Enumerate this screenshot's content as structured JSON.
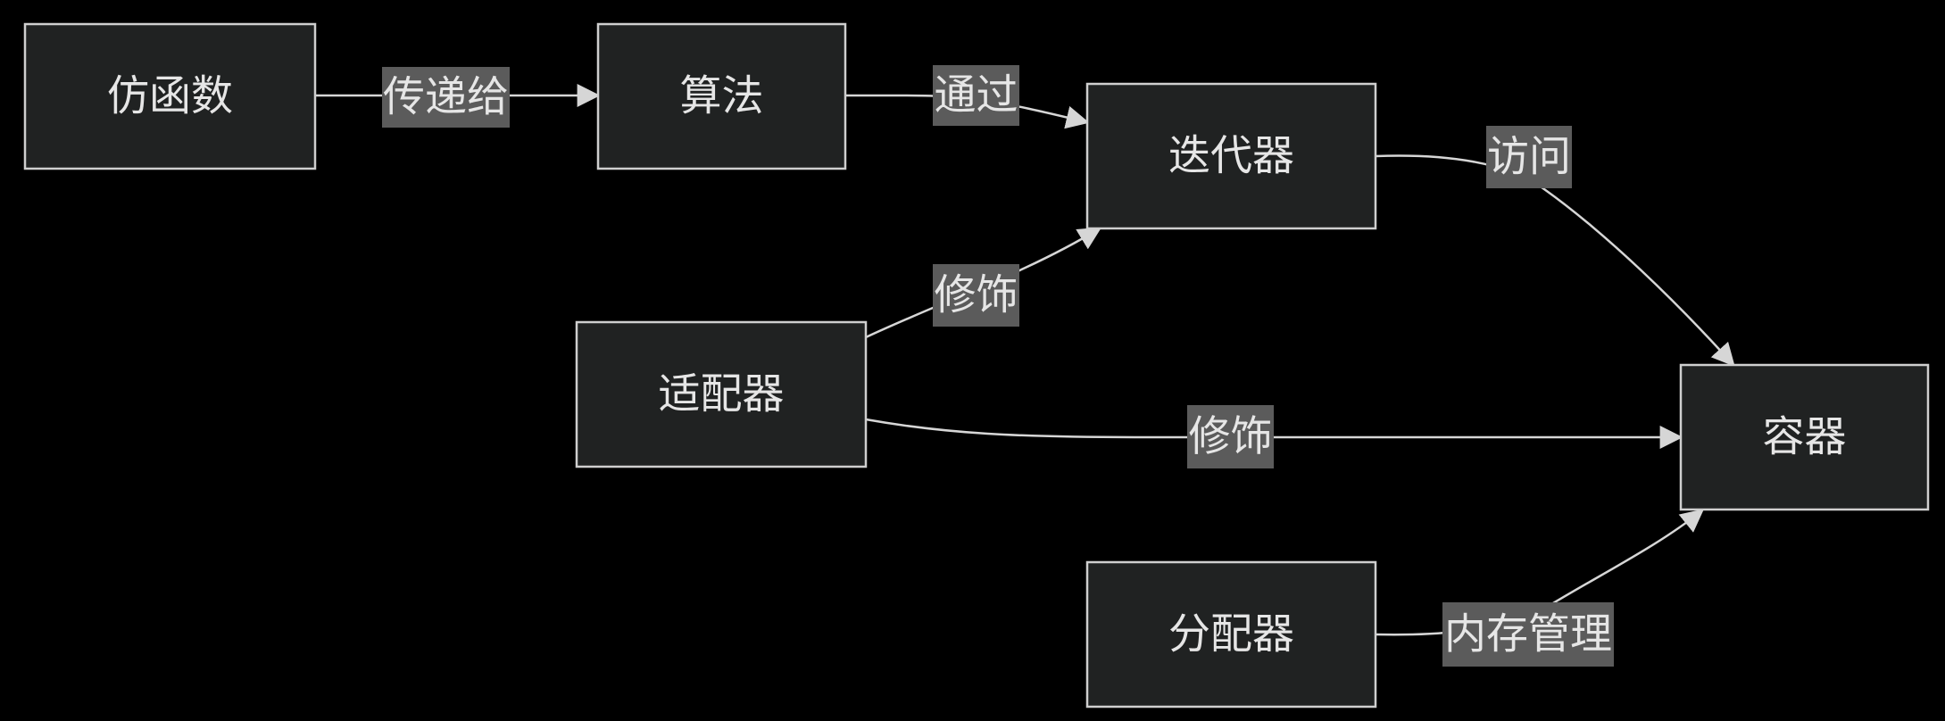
{
  "diagram": {
    "nodes": {
      "functor": "仿函数",
      "algorithm": "算法",
      "iterator": "迭代器",
      "adapter": "适配器",
      "container": "容器",
      "allocator": "分配器"
    },
    "edges": {
      "functor_algorithm": "传递给",
      "algorithm_iterator": "通过",
      "iterator_container": "访问",
      "adapter_iterator": "修饰",
      "adapter_container": "修饰",
      "allocator_container": "内存管理"
    },
    "colors": {
      "background": "#000000",
      "node_fill": "#202222",
      "node_stroke": "#cfcfcf",
      "edge": "#d6d6d6",
      "label_bg": "#5b5b5b",
      "text": "#e6e6e6"
    }
  }
}
